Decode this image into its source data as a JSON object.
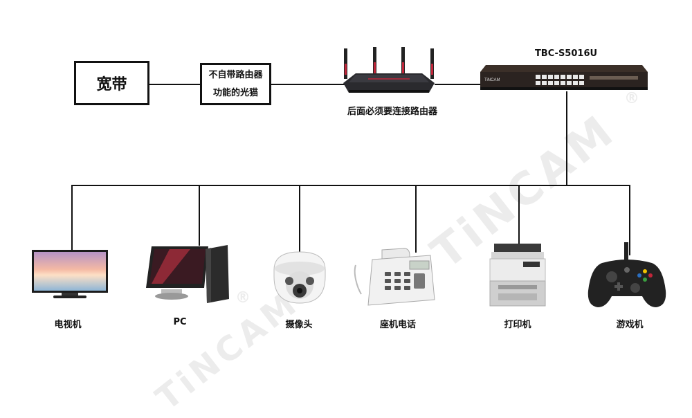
{
  "nodes": {
    "broadband": "宽带",
    "modem_line1": "不自带路由器",
    "modem_line2": "功能的光猫",
    "router_label": "后面必须要连接路由器",
    "switch_model": "TBC-S5016U",
    "switch_brand": "TiNCAM"
  },
  "devices": [
    {
      "label": "电视机",
      "icon": "tv-icon"
    },
    {
      "label": "PC",
      "icon": "pc-icon"
    },
    {
      "label": "摄像头",
      "icon": "camera-icon"
    },
    {
      "label": "座机电话",
      "icon": "phone-icon"
    },
    {
      "label": "打印机",
      "icon": "printer-icon"
    },
    {
      "label": "游戏机",
      "icon": "gamepad-icon"
    }
  ],
  "watermark": {
    "text": "TiNCAM",
    "reg": "®"
  }
}
